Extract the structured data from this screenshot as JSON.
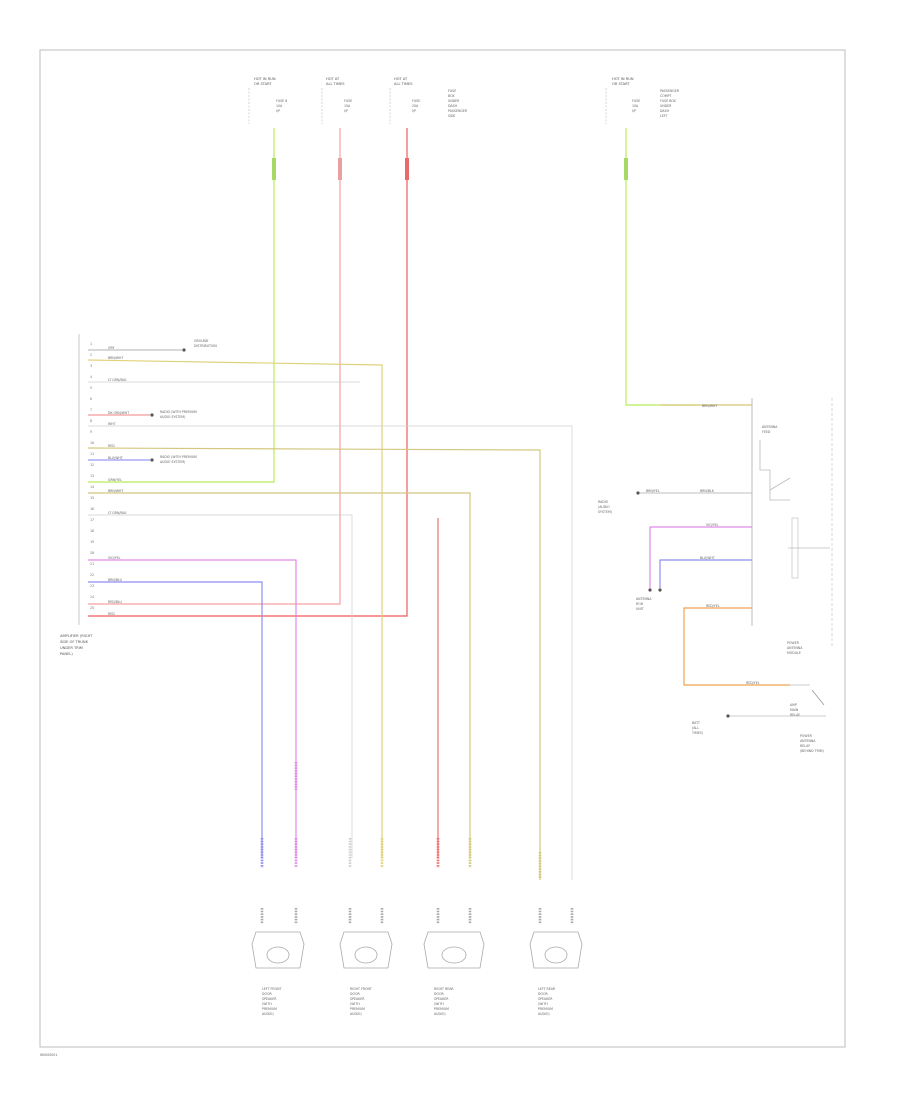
{
  "footer": {
    "code": "W0000001"
  },
  "colors": {
    "green": "#b8ee58",
    "pink": "#f4a0a0",
    "red": "#f05a5a",
    "tan": "#e0d27a",
    "olive": "#d4c880",
    "violet": "#e08ae8",
    "blue": "#8e8ef0",
    "orange": "#f0a450",
    "gray": "#bbbbbb"
  },
  "top_fuses": [
    {
      "lines": [
        "HOT IN RUN",
        "OR START"
      ],
      "sub": [
        "FUSE 8",
        "10A",
        "I/P"
      ]
    },
    {
      "lines": [
        "HOT AT",
        "ALL TIMES"
      ],
      "sub": [
        "FUSE",
        "15A",
        "I/P"
      ]
    },
    {
      "lines": [
        "HOT AT",
        "ALL TIMES"
      ],
      "sub": [
        "FUSE",
        "20A",
        "I/P"
      ],
      "side": [
        "FUSE",
        "BOX",
        "UNDER",
        "DASH",
        "PASSENGER",
        "SIDE"
      ]
    },
    {
      "lines": [
        "HOT IN RUN",
        "OR START"
      ],
      "sub": [
        "FUSE",
        "10A",
        "I/P"
      ],
      "side": [
        "PASSENGER",
        "COMPT",
        "FUSE BOX",
        "UNDER",
        "DASH",
        "LEFT"
      ]
    }
  ],
  "amp_block": {
    "pins": [
      "1",
      "2",
      "3",
      "4",
      "5",
      "6",
      "7",
      "8",
      "9",
      "10",
      "11",
      "12",
      "13",
      "14",
      "15",
      "16",
      "17",
      "18",
      "19",
      "20",
      "21",
      "22",
      "23",
      "24",
      "25"
    ],
    "wires": [
      {
        "label": "GRY"
      },
      {
        "label": "BRN/WHT"
      },
      {
        "label": "LT GRN/BLK"
      },
      {
        "label": "DK GRN/WHT"
      },
      {
        "label": "WHT"
      },
      {
        "label": "RED"
      },
      {
        "label": "BLU/WHT"
      },
      {
        "label": "GRN/YEL"
      },
      {
        "label": "BRN/WHT"
      },
      {
        "label": "LT GRN/BLK"
      },
      {
        "label": "VIO/YEL"
      },
      {
        "label": "BRN/BLU"
      },
      {
        "label": "RED/BLU"
      },
      {
        "label": "RED"
      }
    ],
    "notes": [
      {
        "lines": [
          "GROUND",
          "DISTRIBUTION"
        ]
      },
      {
        "lines": [
          "RADIO (WITH PREMIUM",
          "AUDIO SYSTEM)"
        ]
      },
      {
        "lines": [
          "RADIO (WITH PREMIUM",
          "AUDIO SYSTEM)"
        ]
      }
    ],
    "title": [
      "AMPLIFIER (RIGHT",
      "SIDE OF TRUNK",
      "UNDER TRIM",
      "PANEL)"
    ]
  },
  "speakers": [
    {
      "label": [
        "LEFT FRONT",
        "DOOR",
        "SPEAKER",
        "(WITH",
        "PREMIUM",
        "AUDIO)"
      ]
    },
    {
      "label": [
        "RIGHT FRONT",
        "DOOR",
        "SPEAKER",
        "(WITH",
        "PREMIUM",
        "AUDIO)"
      ]
    },
    {
      "label": [
        "RIGHT REAR",
        "DOOR",
        "SPEAKER",
        "(WITH",
        "PREMIUM",
        "AUDIO)"
      ]
    },
    {
      "label": [
        "LEFT REAR",
        "DOOR",
        "SPEAKER",
        "(WITH",
        "PREMIUM",
        "AUDIO)"
      ]
    }
  ],
  "module": {
    "title": [
      "POWER",
      "ANTENNA",
      "MODULE"
    ],
    "wires": [
      {
        "label": "BRN/WHT"
      },
      {
        "label": "BRN/YEL"
      },
      {
        "label": "BRN/BLK"
      },
      {
        "label": "VIO/YEL"
      },
      {
        "label": "BLU/WHT"
      },
      {
        "label": "RED/YEL"
      },
      {
        "label": "RED/YEL"
      }
    ],
    "side_labels": [
      "ANTENNA",
      "FEED"
    ],
    "blocks": [
      {
        "lines": [
          "RADIO",
          "(AUDIO",
          "SYSTEM)"
        ]
      },
      {
        "lines": [
          "ANTENNA",
          "ROD",
          "UNIT"
        ]
      },
      {
        "lines": [
          "BATT",
          "(ALL",
          "TIMES)"
        ]
      }
    ],
    "switch_label": [
      "AMP",
      "MAIN",
      "RELAY"
    ],
    "relay_label": [
      "POWER",
      "ANTENNA",
      "RELAY",
      "(BEHIND TRIM)"
    ]
  }
}
